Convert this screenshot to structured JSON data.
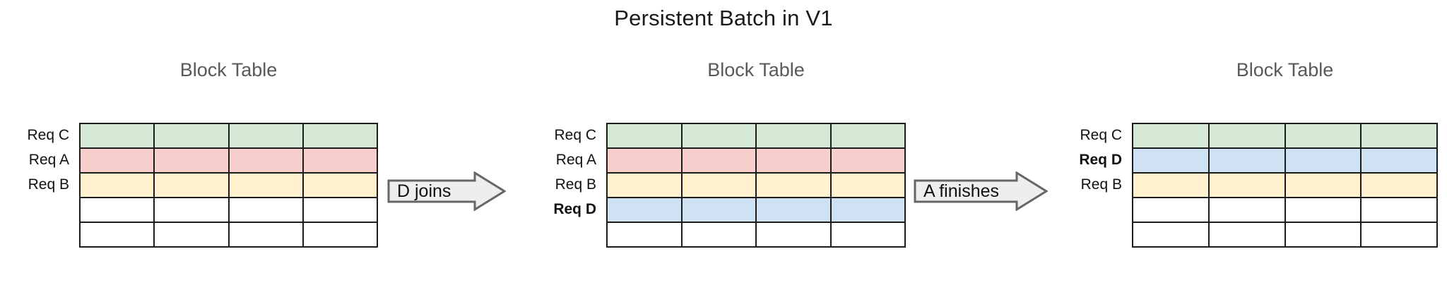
{
  "title": "Persistent Batch in V1",
  "colors": {
    "green": "#d5e8d4",
    "red": "#f8cecc",
    "yellow": "#fff2cc",
    "blue": "#cfe2f3",
    "empty": "#ffffff",
    "cell_border": "#1b1b1b",
    "arrow_fill": "#eeeeee",
    "arrow_stroke": "#666666",
    "title_color": "#1a1a1a",
    "panel_title_color": "#595959"
  },
  "panels": [
    {
      "id": "panel-1",
      "title": "Block Table",
      "columns": 4,
      "rows": [
        {
          "label": "Req C",
          "bold": false,
          "color": "green"
        },
        {
          "label": "Req A",
          "bold": false,
          "color": "red"
        },
        {
          "label": "Req B",
          "bold": false,
          "color": "yellow"
        },
        {
          "label": "",
          "bold": false,
          "color": "empty"
        },
        {
          "label": "",
          "bold": false,
          "color": "empty"
        }
      ]
    },
    {
      "id": "panel-2",
      "title": "Block Table",
      "columns": 4,
      "rows": [
        {
          "label": "Req C",
          "bold": false,
          "color": "green"
        },
        {
          "label": "Req A",
          "bold": false,
          "color": "red"
        },
        {
          "label": "Req B",
          "bold": false,
          "color": "yellow"
        },
        {
          "label": "Req D",
          "bold": true,
          "color": "blue"
        },
        {
          "label": "",
          "bold": false,
          "color": "empty"
        }
      ]
    },
    {
      "id": "panel-3",
      "title": "Block Table",
      "columns": 4,
      "rows": [
        {
          "label": "Req C",
          "bold": false,
          "color": "green"
        },
        {
          "label": "Req D",
          "bold": true,
          "color": "blue"
        },
        {
          "label": "Req B",
          "bold": false,
          "color": "yellow"
        },
        {
          "label": "",
          "bold": false,
          "color": "empty"
        },
        {
          "label": "",
          "bold": false,
          "color": "empty"
        }
      ]
    }
  ],
  "arrows": [
    {
      "id": "arrow-d-joins",
      "label": "D joins"
    },
    {
      "id": "arrow-a-finishes",
      "label": "A finishes"
    }
  ]
}
